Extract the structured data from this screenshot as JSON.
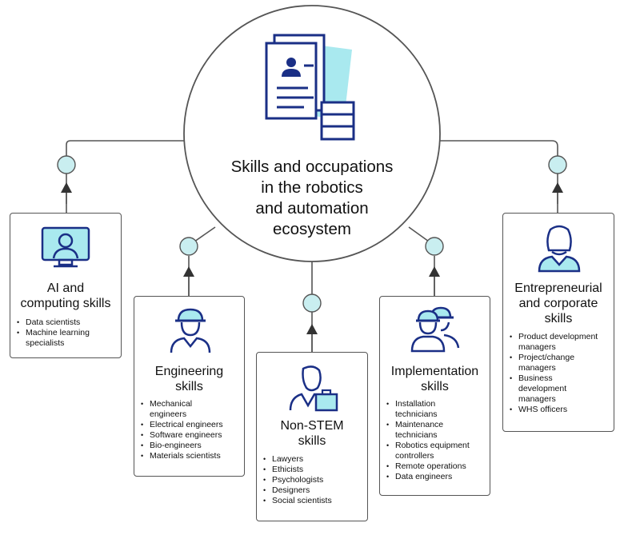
{
  "center": {
    "lines": [
      "Skills and occupations",
      "in the robotics",
      "and automation",
      "ecosystem"
    ]
  },
  "boxes": [
    {
      "title": [
        "AI and",
        "computing skills"
      ],
      "items": [
        "Data scientists",
        "Machine learning",
        "specialists"
      ]
    },
    {
      "title": [
        "Engineering",
        "skills"
      ],
      "items": [
        "Mechanical",
        "engineers",
        "Electrical engineers",
        "Software engineers",
        "Bio-engineers",
        "Materials scientists"
      ]
    },
    {
      "title": [
        "Non-STEM",
        "skills"
      ],
      "items": [
        "Lawyers",
        "Ethicists",
        "Psychologists",
        "Designers",
        "Social scientists"
      ]
    },
    {
      "title": [
        "Implementation",
        "skills"
      ],
      "items": [
        "Installation",
        "technicians",
        "Maintenance",
        "technicians",
        "Robotics equipment",
        "controllers",
        "Remote operations",
        "Data engineers"
      ]
    },
    {
      "title": [
        "Entrepreneurial",
        "and corporate",
        "skills"
      ],
      "items": [
        "Product development",
        "managers",
        "Project/change",
        "managers",
        "Business",
        "development",
        "managers",
        "WHS officers"
      ]
    }
  ],
  "colors": {
    "accent": "#1a2f86",
    "node_fill": "#c9eef0",
    "line": "#555555",
    "icon_bg": "#a9e9ef"
  },
  "icons": [
    "resume-document-icon",
    "computer-user-icon",
    "engineer-hardhat-icon",
    "businessperson-briefcase-icon",
    "workers-team-icon",
    "woman-user-icon"
  ]
}
